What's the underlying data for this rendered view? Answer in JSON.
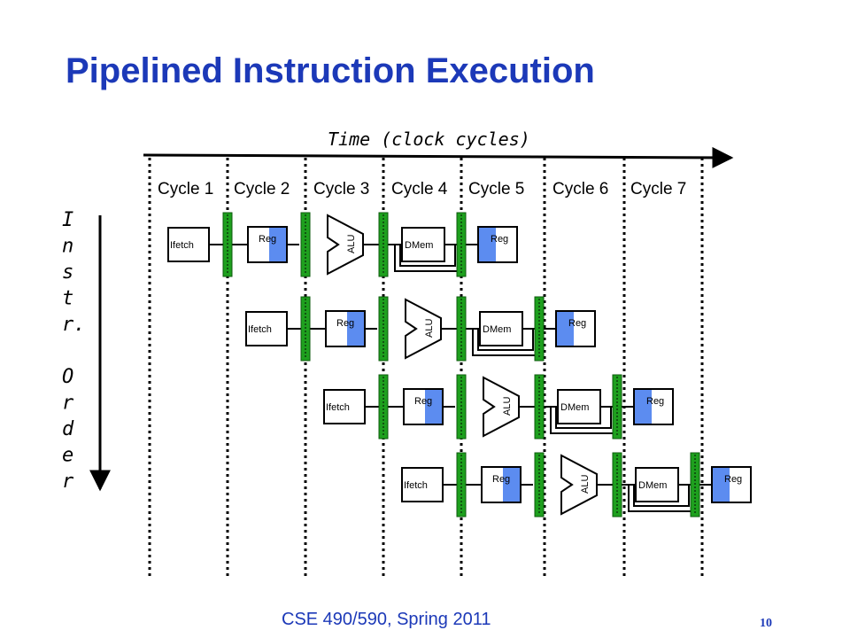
{
  "slide": {
    "title": "Pipelined Instruction Execution",
    "footer": "CSE 490/590, Spring 2011",
    "page_number": "10"
  },
  "diagram": {
    "time_label": "Time (clock cycles)",
    "cycles": [
      "Cycle 1",
      "Cycle 2",
      "Cycle 3",
      "Cycle 4",
      "Cycle 5",
      "Cycle 6",
      "Cycle 7"
    ],
    "order_label_chars": [
      "I",
      "n",
      "s",
      "t",
      "r.",
      "",
      "O",
      "r",
      "d",
      "e",
      "r"
    ],
    "stage_labels": {
      "ifetch": "Ifetch",
      "reg": "Reg",
      "alu": "ALU",
      "dmem": "DMem"
    },
    "colors": {
      "latch": "#1ea01e",
      "reg_fill": "#5c8cf0",
      "title": "#1c39b8"
    }
  }
}
